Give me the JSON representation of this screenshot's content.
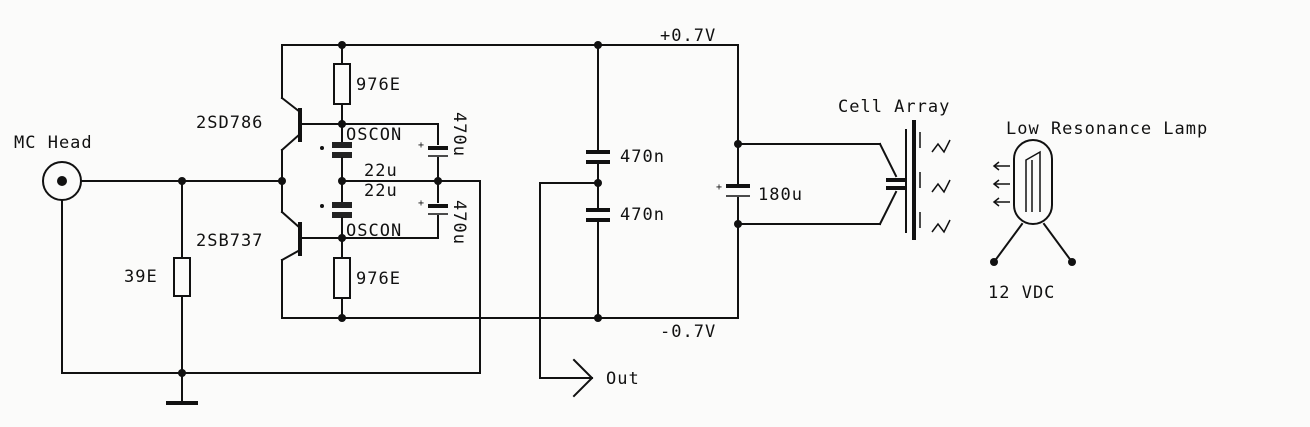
{
  "labels": {
    "mc_head": "MC Head",
    "q1": "2SD786",
    "q2": "2SB737",
    "r_top": "976E",
    "r_bot": "976E",
    "r_in": "39E",
    "oscon_top": "OSCON",
    "oscon_bot": "OSCON",
    "c22_top": "22u",
    "c22_bot": "22u",
    "c470u_top": "470u",
    "c470u_bot": "470u",
    "c470n_top": "470n",
    "c470n_bot": "470n",
    "c180u": "180u",
    "v_pos": "+0.7V",
    "v_neg": "-0.7V",
    "out": "Out",
    "cell_array": "Cell Array",
    "lamp": "Low Resonance Lamp",
    "supply": "12 VDC"
  }
}
